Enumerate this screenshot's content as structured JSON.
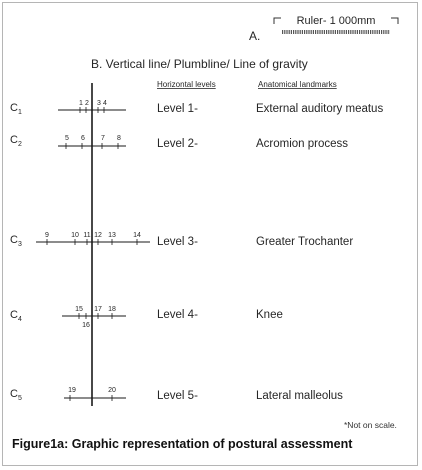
{
  "section_a": {
    "letter": "A.",
    "ruler_label": "Ruler- 1 000mm"
  },
  "section_b": {
    "title": "B. Vertical line/ Plumbline/ Line of gravity"
  },
  "column_headers": {
    "levels": "Horizontal levels",
    "landmarks": "Anatomical landmarks"
  },
  "levels": [
    {
      "c_label": "C",
      "c_sub": "1",
      "level": "Level 1-",
      "landmark": "External auditory meatus",
      "points": [
        "1",
        "2",
        "3",
        "4"
      ]
    },
    {
      "c_label": "C",
      "c_sub": "2",
      "level": "Level 2-",
      "landmark": "Acromion process",
      "points": [
        "5",
        "6",
        "7",
        "8"
      ]
    },
    {
      "c_label": "C",
      "c_sub": "3",
      "level": "Level 3-",
      "landmark": "Greater Trochanter",
      "points": [
        "9",
        "10",
        "11",
        "12",
        "13",
        "14"
      ]
    },
    {
      "c_label": "C",
      "c_sub": "4",
      "level": "Level 4-",
      "landmark": "Knee",
      "points": [
        "15",
        "16",
        "17",
        "18"
      ]
    },
    {
      "c_label": "C",
      "c_sub": "5",
      "level": "Level 5-",
      "landmark": "Lateral malleolus",
      "points": [
        "19",
        "20"
      ]
    }
  ],
  "note": "*Not on scale.",
  "caption": "Figure1a: Graphic representation of postural assessment",
  "colors": {
    "ink": "#262626",
    "frame": "#b5b5b5",
    "background": "#ffffff"
  }
}
